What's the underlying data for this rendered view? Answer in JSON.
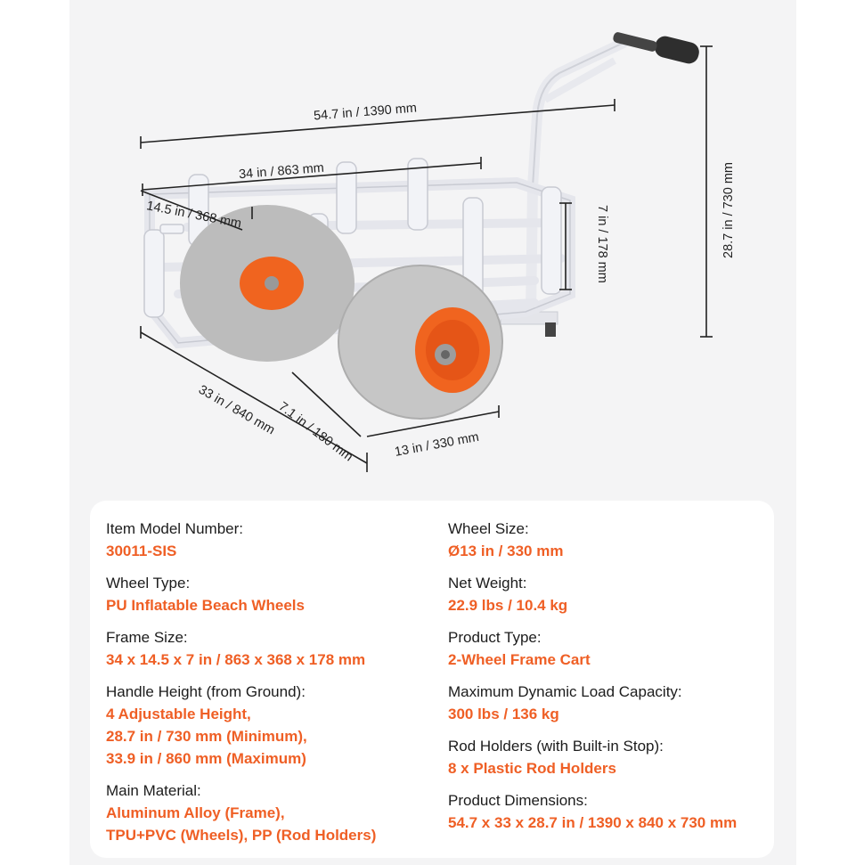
{
  "dimensions": {
    "total_length": "54.7 in / 1390 mm",
    "basket_length": "34 in / 863 mm",
    "basket_width": "14.5 in / 368 mm",
    "basket_height": "7 in / 178 mm",
    "handle_height": "28.7 in / 730 mm",
    "overall_width": "33 in / 840 mm",
    "wheel_width": "7.1 in / 180 mm",
    "wheel_diameter": "13 in / 330 mm"
  },
  "colors": {
    "accent": "#ef5f25",
    "wheel_tire": "#bfbfbf",
    "frame": "#f2f3f7"
  },
  "specs": {
    "left": [
      {
        "label": "Item Model Number:",
        "lines": [
          "30011-SIS"
        ]
      },
      {
        "label": "Wheel Type:",
        "lines": [
          "PU Inflatable Beach Wheels"
        ]
      },
      {
        "label": "Frame Size:",
        "lines": [
          "34 x 14.5 x 7 in / 863 x 368 x 178 mm"
        ]
      },
      {
        "label": "Handle Height (from Ground):",
        "lines": [
          "4 Adjustable Height,",
          "28.7 in / 730 mm (Minimum),",
          "33.9 in / 860 mm (Maximum)"
        ]
      },
      {
        "label": "Main Material:",
        "lines": [
          "Aluminum Alloy (Frame),",
          "TPU+PVC (Wheels), PP (Rod Holders)"
        ]
      }
    ],
    "right": [
      {
        "label": "Wheel Size:",
        "lines": [
          "Ø13 in / 330 mm"
        ]
      },
      {
        "label": "Net Weight:",
        "lines": [
          "22.9 lbs / 10.4 kg"
        ]
      },
      {
        "label": "Product Type:",
        "lines": [
          "2-Wheel Frame Cart"
        ]
      },
      {
        "label": "Maximum Dynamic Load Capacity:",
        "lines": [
          "300 lbs / 136 kg"
        ]
      },
      {
        "label": "Rod Holders  (with Built-in Stop):",
        "lines": [
          "8 x Plastic Rod Holders"
        ]
      },
      {
        "label": "Product Dimensions:",
        "lines": [
          "54.7 x 33 x 28.7 in / 1390 x 840 x 730 mm"
        ]
      }
    ]
  }
}
